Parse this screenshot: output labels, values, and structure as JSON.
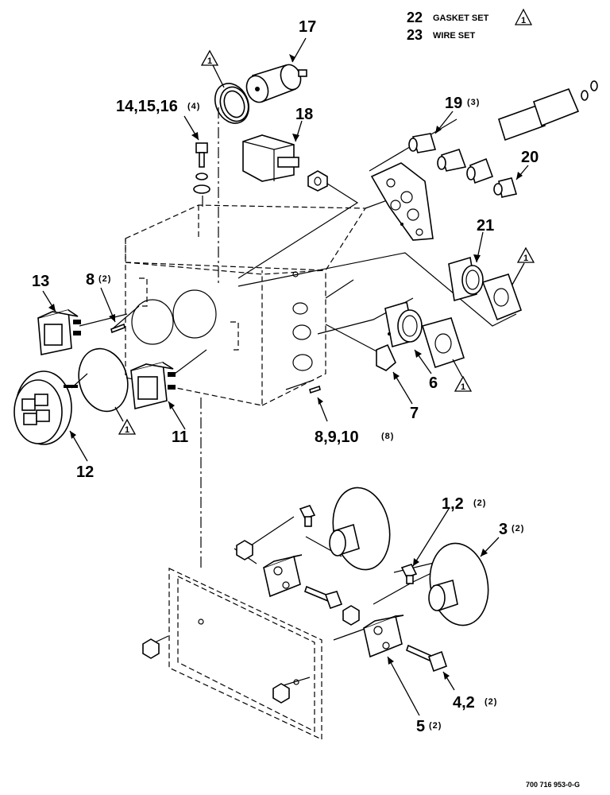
{
  "legend": [
    {
      "number": "22",
      "text": "GASKET SET",
      "symbol": "1"
    },
    {
      "number": "23",
      "text": "WIRE SET"
    }
  ],
  "callouts": {
    "c17": {
      "label": "17"
    },
    "c18": {
      "label": "18"
    },
    "c14": {
      "label": "14,15,16",
      "qty": "(4)"
    },
    "c19": {
      "label": "19",
      "qty": "(3)"
    },
    "c20": {
      "label": "20"
    },
    "c21": {
      "label": "21"
    },
    "c13": {
      "label": "13"
    },
    "c8": {
      "label": "8",
      "qty": "(2)"
    },
    "c6": {
      "label": "6"
    },
    "c7": {
      "label": "7"
    },
    "c11": {
      "label": "11"
    },
    "c12": {
      "label": "12"
    },
    "c8910": {
      "label": "8,9,10",
      "qty": "(8)"
    },
    "c1": {
      "label": "1,2",
      "qty": "(2)"
    },
    "c3": {
      "label": "3",
      "qty": "(2)"
    },
    "c4": {
      "label": "4,2",
      "qty": "(2)"
    },
    "c5": {
      "label": "5",
      "qty": "(2)"
    }
  },
  "gasket_symbol": "1",
  "drawing_number": "700 716 953-0-G"
}
